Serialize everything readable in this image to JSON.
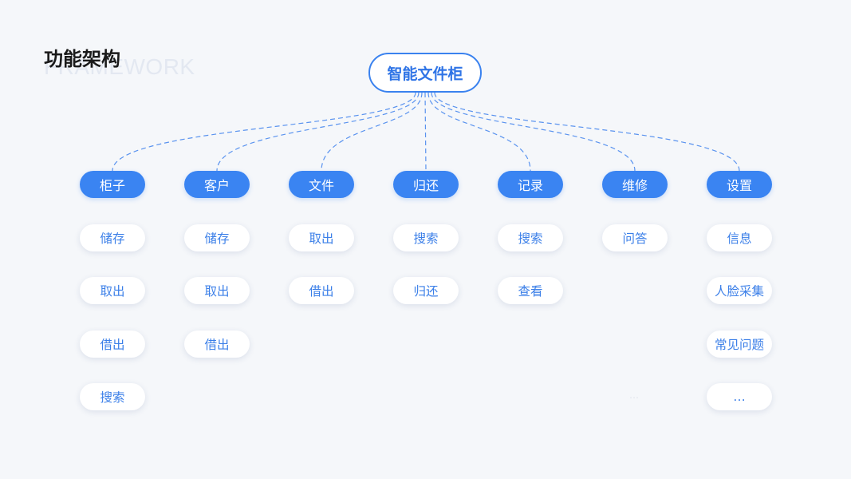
{
  "title": {
    "main": "功能架构",
    "watermark": "FRAMEWORK"
  },
  "root": {
    "label": "智能文件柜"
  },
  "categories": [
    {
      "label": "柜子",
      "items": [
        "储存",
        "取出",
        "借出",
        "搜索"
      ]
    },
    {
      "label": "客户",
      "items": [
        "储存",
        "取出",
        "借出"
      ]
    },
    {
      "label": "文件",
      "items": [
        "取出",
        "借出"
      ]
    },
    {
      "label": "归还",
      "items": [
        "搜索",
        "归还"
      ]
    },
    {
      "label": "记录",
      "items": [
        "搜索",
        "查看"
      ]
    },
    {
      "label": "维修",
      "items": [
        "问答"
      ]
    },
    {
      "label": "设置",
      "items": [
        "信息",
        "人脸采集",
        "常见问题",
        "…"
      ]
    }
  ],
  "ghost_text": "…",
  "colors": {
    "accent": "#3a84f2",
    "background": "#f5f7fa",
    "connector": "#5a93ef"
  }
}
